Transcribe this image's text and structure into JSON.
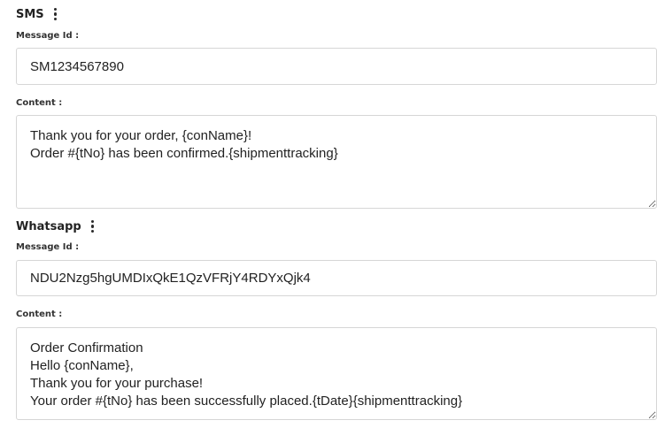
{
  "sms": {
    "title": "SMS",
    "menu_icon": "kebab-vertical-icon",
    "message_id_label": "Message Id :",
    "message_id_value": "SM1234567890",
    "content_label": "Content :",
    "content_value": "Thank you for your order, {conName}!\nOrder #{tNo} has been confirmed.{shipmenttracking}"
  },
  "whatsapp": {
    "title": "Whatsapp",
    "menu_icon": "kebab-vertical-icon",
    "message_id_label": "Message Id :",
    "message_id_value": "NDU2Nzg5hgUMDIxQkE1QzVFRjY4RDYxQjk4",
    "content_label": "Content :",
    "content_value": "Order Confirmation\nHello {conName},\nThank you for your purchase!\nYour order #{tNo} has been successfully placed.{tDate}{shipmenttracking}"
  },
  "colors": {
    "border": "#d6d6d6",
    "text": "#222222",
    "background": "#ffffff"
  }
}
